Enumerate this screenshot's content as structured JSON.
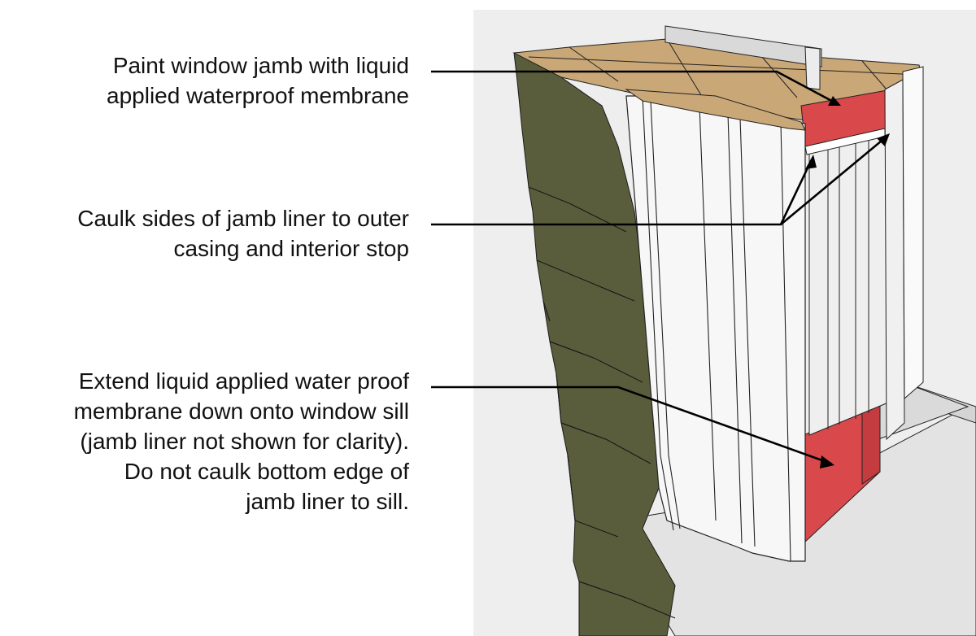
{
  "callouts": [
    {
      "lines": [
        "Paint window jamb with liquid",
        "applied waterproof membrane"
      ]
    },
    {
      "lines": [
        "Caulk sides of jamb liner to outer",
        "casing and interior stop"
      ]
    },
    {
      "lines": [
        "Extend liquid applied water proof",
        "membrane down onto window sill",
        "(jamb liner not shown for clarity).",
        "Do not caulk bottom edge of",
        "jamb liner to sill."
      ]
    }
  ],
  "colors": {
    "siding": "#5a5d3c",
    "sheathing": "#c9a777",
    "membrane": "#d9484b",
    "trim": "#f4f4f4",
    "sill": "#e2e2e2",
    "background_panel": "#eeeeee"
  }
}
